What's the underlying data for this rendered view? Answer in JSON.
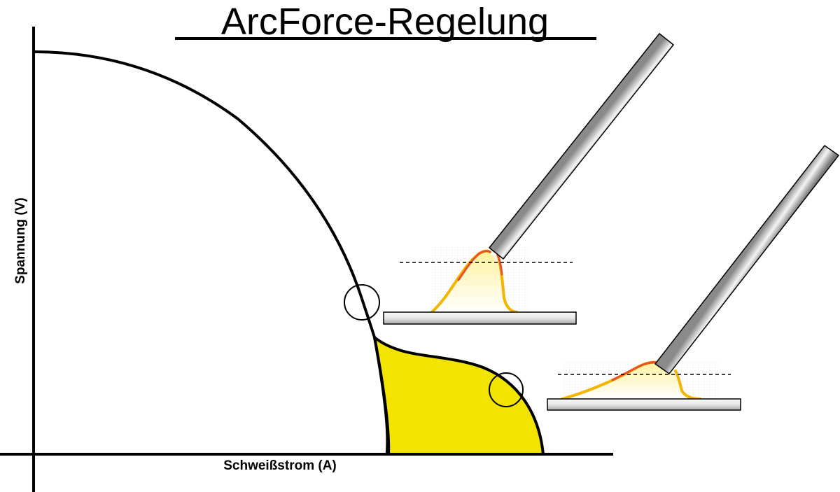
{
  "diagram": {
    "title": "ArcForce-Regelung",
    "x_axis_label": "Schweißstrom (A)",
    "y_axis_label": "Spannung (V)"
  },
  "colors": {
    "highlight_area": "#f2e400",
    "arc_glow": "#fff4a8",
    "arc_edge": "#e8502a",
    "arc_tail": "#f5b400",
    "electrode_light": "#f2f2f2",
    "electrode_dark": "#7a7a7a"
  }
}
